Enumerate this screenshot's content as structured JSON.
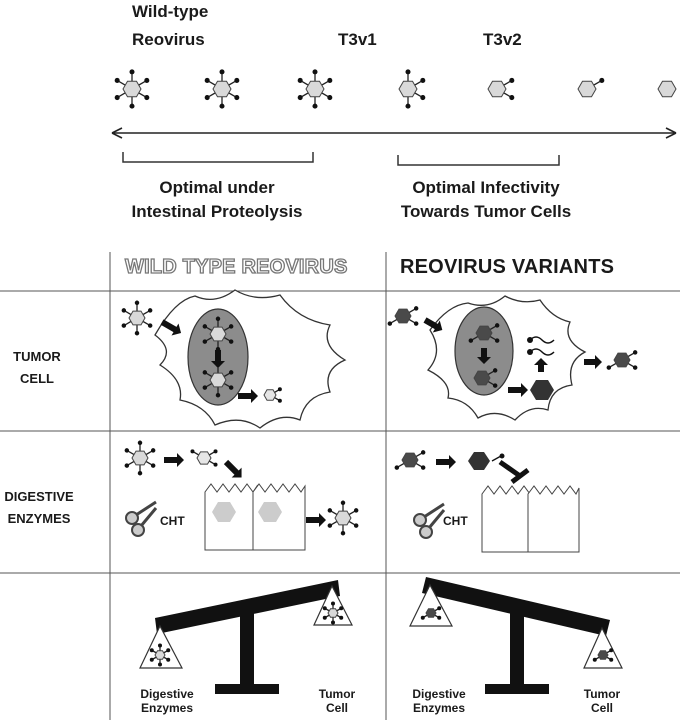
{
  "top": {
    "wild_type_line1": "Wild-type",
    "wild_type_line2": "Reovirus",
    "t3v1": "T3v1",
    "t3v2": "T3v2"
  },
  "ranges": {
    "left_line1": "Optimal under",
    "left_line2": "Intestinal Proteolysis",
    "right_line1": "Optimal Infectivity",
    "right_line2": "Towards Tumor Cells"
  },
  "columns": {
    "wild_type": "WILD TYPE REOVIRUS",
    "variants": "REOVIRUS VARIANTS"
  },
  "rows": {
    "tumor_line1": "TUMOR",
    "tumor_line2": "CELL",
    "digestive_line1": "DIGESTIVE",
    "digestive_line2": "ENZYMES"
  },
  "enzyme_label": "CHT",
  "balance": {
    "digestive_line1": "Digestive",
    "digestive_line2": "Enzymes",
    "tumor_line1": "Tumor",
    "tumor_line2": "Cell"
  },
  "colors": {
    "light_virion": "#d9d9d9",
    "dark_virion": "#4a4a4a",
    "nucleus": "#8c8c8c"
  }
}
